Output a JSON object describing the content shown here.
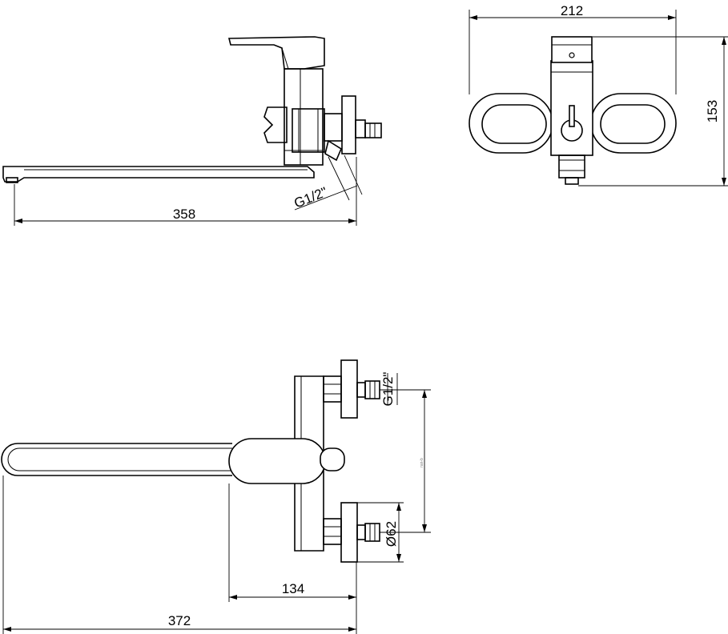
{
  "dimensions": {
    "side_length": "358",
    "thread_side": "G1/2\"",
    "front_width": "212",
    "front_height": "153",
    "top_offset": "134",
    "top_length": "372",
    "top_thread": "G1/2\"",
    "top_diameter": "Ø62",
    "top_center_note": "ran-b"
  }
}
